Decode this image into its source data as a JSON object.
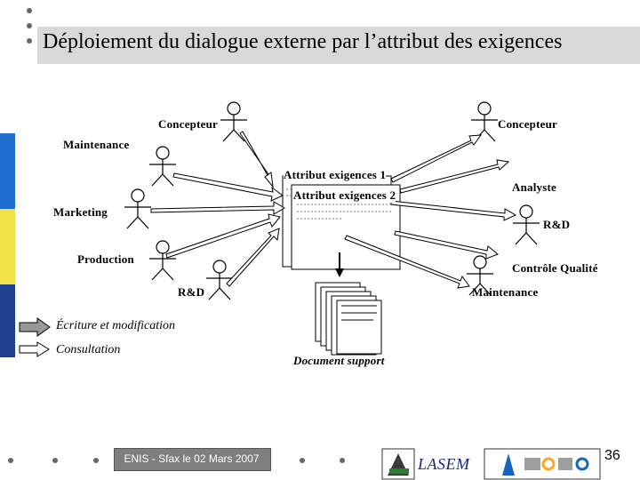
{
  "title": "Déploiement du dialogue externe par l’attribut des exigences",
  "actors": {
    "concepteur_left": "Concepteur",
    "concepteur_right": "Concepteur",
    "maintenance_top": "Maintenance",
    "marketing": "Marketing",
    "production": "Production",
    "rd_left": "R&D",
    "analyste": "Analyste",
    "rd_right": "R&D",
    "controle_qualite": "Contrôle Qualité",
    "maintenance_bottom": "Maintenance"
  },
  "attributes": {
    "attr1": "Attribut exigences 1",
    "attr2": "Attribut exigences 2"
  },
  "document_label": "Document support",
  "legend": {
    "write": "Écriture et modification",
    "read": "Consultation"
  },
  "footer": {
    "text": "ENIS - Sfax le 02 Mars 2007",
    "page": "36",
    "lasem": "LASEM"
  },
  "colors": {
    "title_bar": "#d9d9d9",
    "stripe_blue": "#1f6fd0",
    "stripe_yellow": "#f2e24a",
    "stripe_navy": "#1f3f8f"
  }
}
